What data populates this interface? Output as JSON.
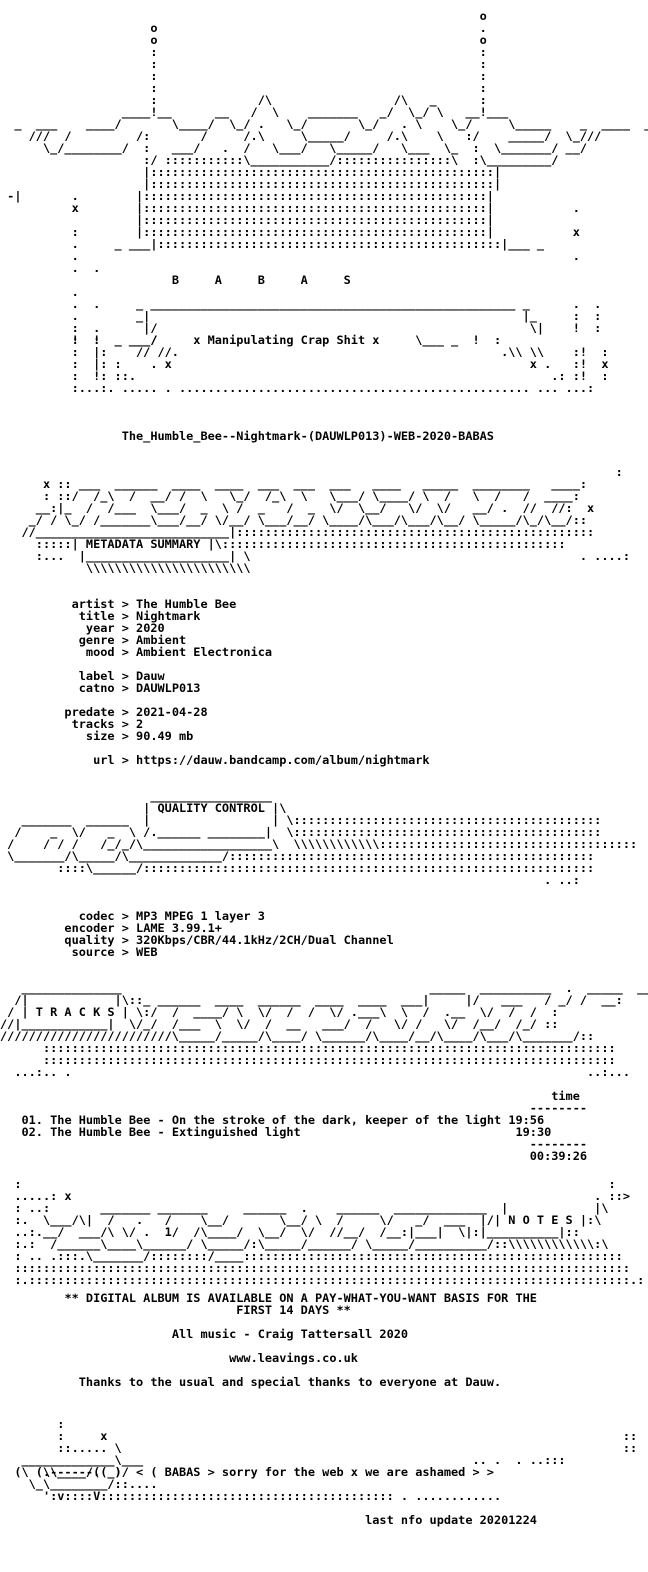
{
  "banner": {
    "group_letters": "B     A     B     A     S",
    "tagline": "x Manipulating Crap Shit x"
  },
  "release_name": "The_Humble_Bee--Nightmark-(DAUWLP013)-WEB-2020-BABAS",
  "sections": {
    "metadata": "METADATA SUMMARY",
    "quality": "QUALITY CONTROL",
    "tracks": "T R A C K S",
    "notes": "N O T E S"
  },
  "metadata": {
    "artist": "The Humble Bee",
    "title": "Nightmark",
    "year": "2020",
    "genre": "Ambient",
    "mood": "Ambient Electronica",
    "label": "Dauw",
    "catno": "DAUWLP013",
    "predate": "2021-04-28",
    "tracks": "2",
    "size": "90.49 mb",
    "url": "https://dauw.bandcamp.com/album/nightmark"
  },
  "quality": {
    "codec": "MP3 MPEG 1 layer 3",
    "encoder": "LAME 3.99.1+",
    "quality": "320Kbps/CBR/44.1kHz/2CH/Dual Channel",
    "source": "WEB"
  },
  "tracklist": {
    "time_header": "time",
    "items": [
      {
        "num": "01.",
        "title": "The Humble Bee - On the stroke of the dark, keeper of the light",
        "time": "19:56"
      },
      {
        "num": "02.",
        "title": "The Humble Bee - Extinguished light",
        "time": "19:30"
      }
    ],
    "total": "00:39:26"
  },
  "notes": {
    "line1": "** DIGITAL ALBUM IS AVAILABLE ON A PAY-WHAT-YOU-WANT BASIS FOR THE",
    "line2": "FIRST 14 DAYS **",
    "line3": "All music - Craig Tattersall 2020",
    "line4": "www.leavings.co.uk",
    "line5": "Thanks to the usual and special thanks to everyone at Dauw."
  },
  "footer": {
    "message": "< ( BABAS > sorry for the web x we are ashamed > >",
    "update": "last nfo update 20201224"
  }
}
